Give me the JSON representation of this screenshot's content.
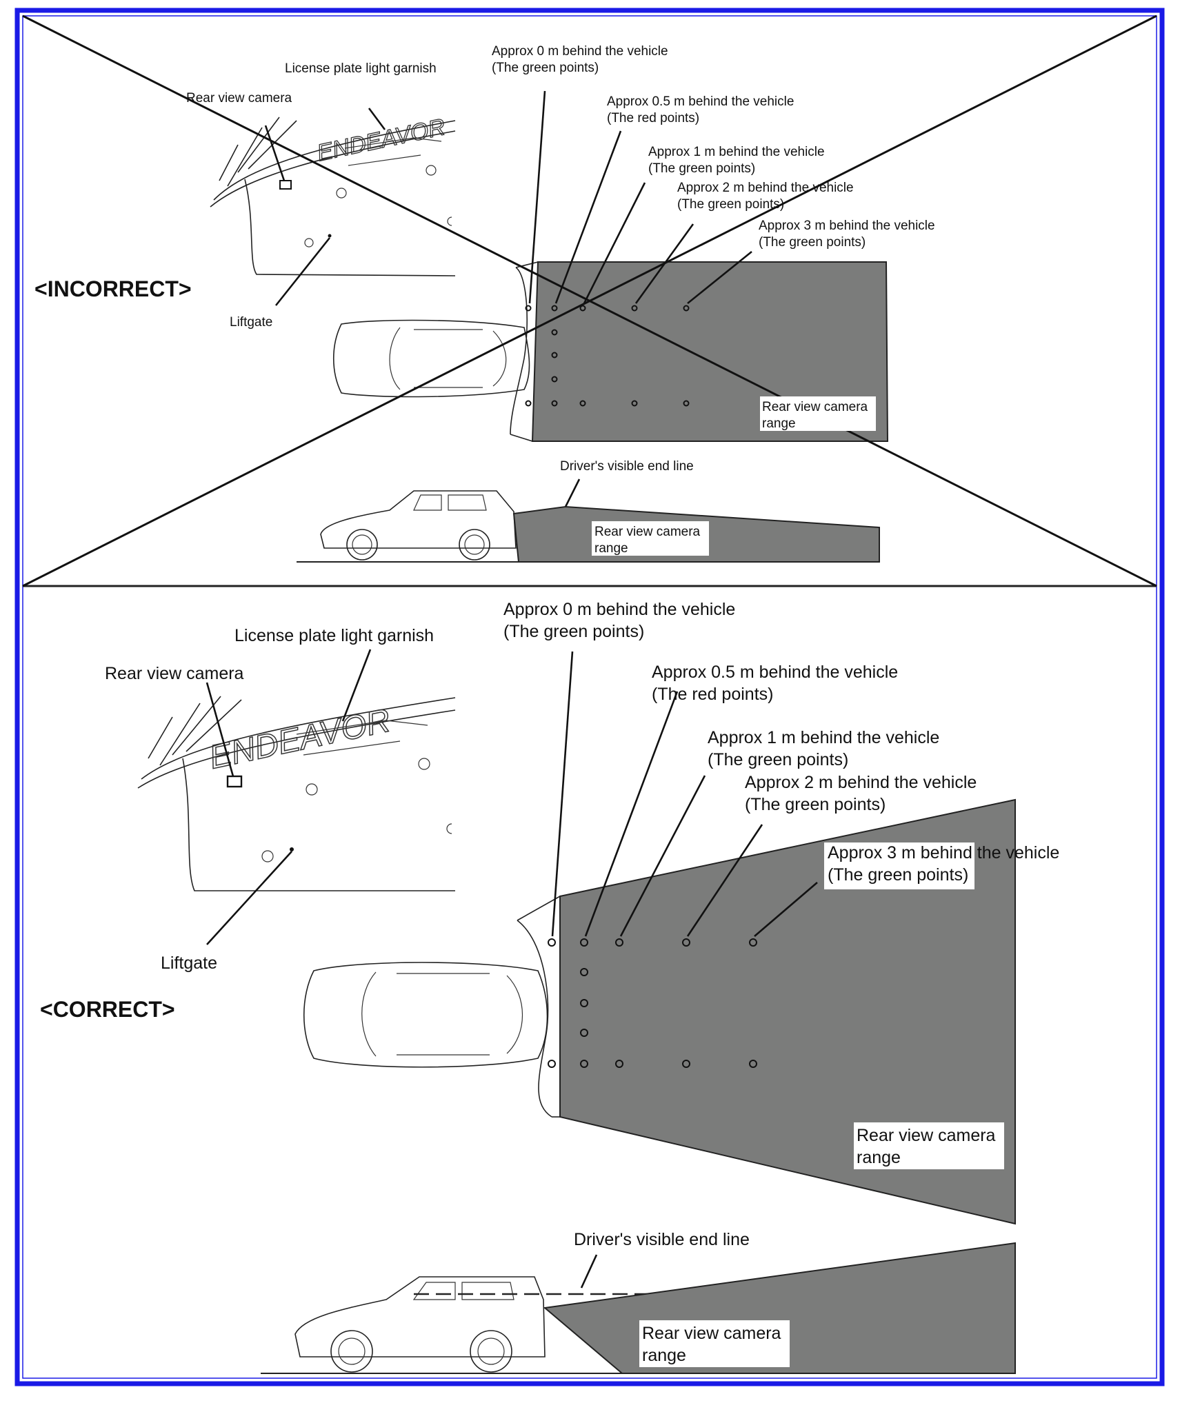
{
  "colors": {
    "frame": "#1a1ae6",
    "range_fill": "#7b7c7b",
    "ink": "#111111"
  },
  "incorrect": {
    "heading": "<INCORRECT>",
    "license_plate_light_garnish": "License plate light garnish",
    "rear_view_camera": "Rear view camera",
    "liftgate": "Liftgate",
    "approx_0m": "Approx 0 m behind the vehicle",
    "approx_0m_note": "(The green points)",
    "approx_05m": "Approx 0.5 m behind the vehicle",
    "approx_05m_note": "(The red points)",
    "approx_1m": "Approx 1 m behind the vehicle",
    "approx_1m_note": "(The green points)",
    "approx_2m": "Approx 2 m behind the vehicle",
    "approx_2m_note": "(The green points)",
    "approx_3m": "Approx 3 m behind the vehicle",
    "approx_3m_note": "(The green points)",
    "range_top_l1": "Rear view camera",
    "range_top_l2": "range",
    "drivers_visible_end_line": "Driver's visible end line",
    "range_side_l1": "Rear view camera",
    "range_side_l2": "range"
  },
  "correct": {
    "heading": "<CORRECT>",
    "license_plate_light_garnish": "License plate light garnish",
    "rear_view_camera": "Rear view camera",
    "liftgate": "Liftgate",
    "approx_0m": "Approx 0 m behind the vehicle",
    "approx_0m_note": "(The green points)",
    "approx_05m": "Approx 0.5 m behind the vehicle",
    "approx_05m_note": "(The red points)",
    "approx_1m": "Approx 1 m behind the vehicle",
    "approx_1m_note": "(The green points)",
    "approx_2m": "Approx 2 m behind the vehicle",
    "approx_2m_note": "(The green points)",
    "approx_3m": "Approx 3 m behind the vehicle",
    "approx_3m_note": "(The green points)",
    "range_top_l1": "Rear view camera",
    "range_top_l2": "range",
    "drivers_visible_end_line": "Driver's visible end line",
    "range_side_l1": "Rear view camera",
    "range_side_l2": "range"
  },
  "badge_text": "ENDEAVOR"
}
